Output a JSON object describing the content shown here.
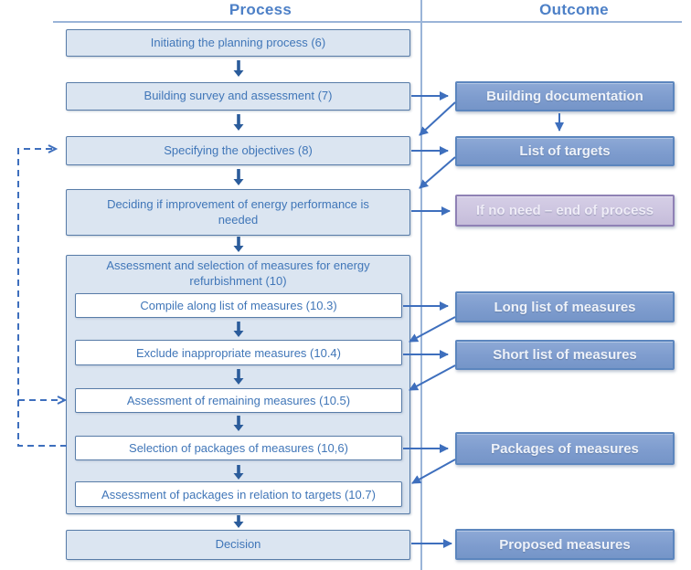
{
  "header": {
    "process": "Process",
    "outcome": "Outcome"
  },
  "process": {
    "steps": [
      {
        "label": "Initiating the planning process (6)"
      },
      {
        "label": "Building survey and assessment (7)"
      },
      {
        "label": "Specifying the  objectives (8)"
      },
      {
        "label": "Deciding if improvement of energy performance is needed"
      },
      {
        "label": "Decision"
      }
    ],
    "container": {
      "title": "Assessment and selection of measures for energy refurbishment (10)",
      "substeps": [
        "Compile along list of measures (10.3)",
        "Exclude inappropriate measures (10.4)",
        "Assessment of remaining measures (10.5)",
        "Selection of packages of measures (10,6)",
        "Assessment of packages  in relation to targets (10.7)"
      ]
    }
  },
  "outcome": {
    "items": [
      "Building documentation",
      "List of targets",
      "If no need – end of process",
      "Long list of measures",
      "Short list of measures",
      "Packages of measures",
      "Proposed measures"
    ]
  },
  "colors": {
    "process_box_fill": "#dbe5f1",
    "process_box_border": "#587ca8",
    "process_text": "#4076b8",
    "outcome_box_fill": "#7e9cce",
    "outcome_box_border": "#5c86be",
    "outcome_text": "#eef2f9",
    "end_box_fill": "#cdc5e0",
    "end_box_border": "#8f81b5",
    "connector_blue": "#3e6fbd",
    "thick_arrow_blue": "#2b5c9b",
    "divider_blue": "#9ab4d8",
    "title_blue": "#4d80c7"
  }
}
